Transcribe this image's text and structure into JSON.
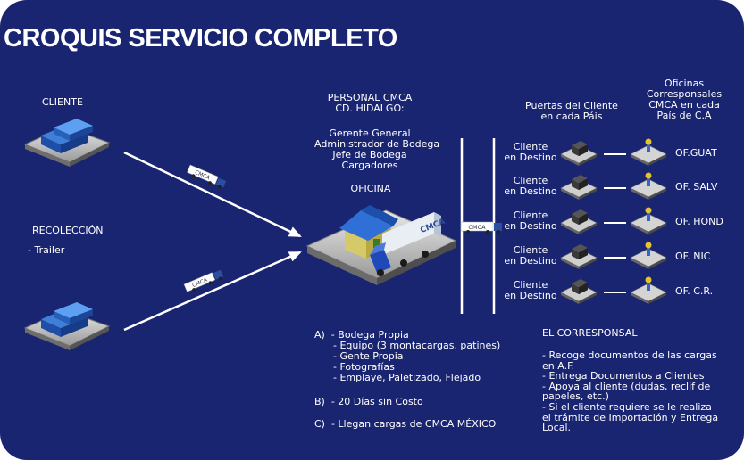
{
  "title": "CROQUIS SERVICIO COMPLETO",
  "left": {
    "cliente_label": "CLIENTE",
    "recoleccion_label": "RECOLECCIÓN",
    "recoleccion_sub": "- Trailer"
  },
  "center": {
    "personal_title": [
      "PERSONAL CMCA",
      "CD. HIDALGO:"
    ],
    "personal_roles": [
      "Gerente General",
      "Administrador de Bodega",
      "Jefe de Bodega",
      "Cargadores"
    ],
    "oficina_label": "OFICINA",
    "truck_text": "CMCA"
  },
  "right": {
    "puertas_header": [
      "Puertas del Cliente",
      "en cada Páis"
    ],
    "oficinas_header": [
      "Oficinas",
      "Corresponsales",
      "CMCA en cada",
      "País de C.A"
    ],
    "destinos": [
      {
        "label": [
          "Cliente",
          "en Destino"
        ],
        "office": "OF.GUAT"
      },
      {
        "label": [
          "Cliente",
          "en Destino"
        ],
        "office": "OF. SALV"
      },
      {
        "label": [
          "Cliente",
          "en Destino"
        ],
        "office": "OF. HOND"
      },
      {
        "label": [
          "Cliente",
          "en Destino"
        ],
        "office": "OF. NIC"
      },
      {
        "label": [
          "Cliente",
          "en Destino"
        ],
        "office": "OF. C.R."
      }
    ]
  },
  "notes": {
    "a_lines": [
      "A)  - Bodega Propia",
      "      - Equipo (3 montacargas, patines)",
      "      - Gente Propia",
      "      - Fotografías",
      "      - Emplaye, Paletizado, Flejado"
    ],
    "b_line": "B)  - 20 Días sin Costo",
    "c_line": "C)  - Llegan cargas de CMCA MÉXICO"
  },
  "corresponsal": {
    "title": "EL CORRESPONSAL",
    "lines": [
      "- Recoge documentos de las cargas",
      "en A.F.",
      "- Entrega Documentos a Clientes",
      "- Apoya al cliente (dudas, reclif de",
      "papeles, etc.)",
      "- Si el cliente requiere se le realiza",
      "el trámite de Importación y Entrega",
      "Local."
    ]
  },
  "colors": {
    "background": "#1a2572",
    "text": "#ffffff",
    "arrow": "#ffffff"
  }
}
